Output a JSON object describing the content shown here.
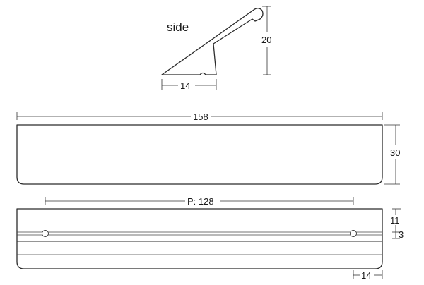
{
  "views": {
    "side_label": "side"
  },
  "dimensions": {
    "side_height": "20",
    "side_width": "14",
    "total_length": "158",
    "front_height": "30",
    "pitch": "P: 128",
    "hole_offset_top": "11",
    "groove_height": "3",
    "end_offset": "14"
  },
  "colors": {
    "stroke": "#2b2b2b",
    "background": "#ffffff"
  }
}
